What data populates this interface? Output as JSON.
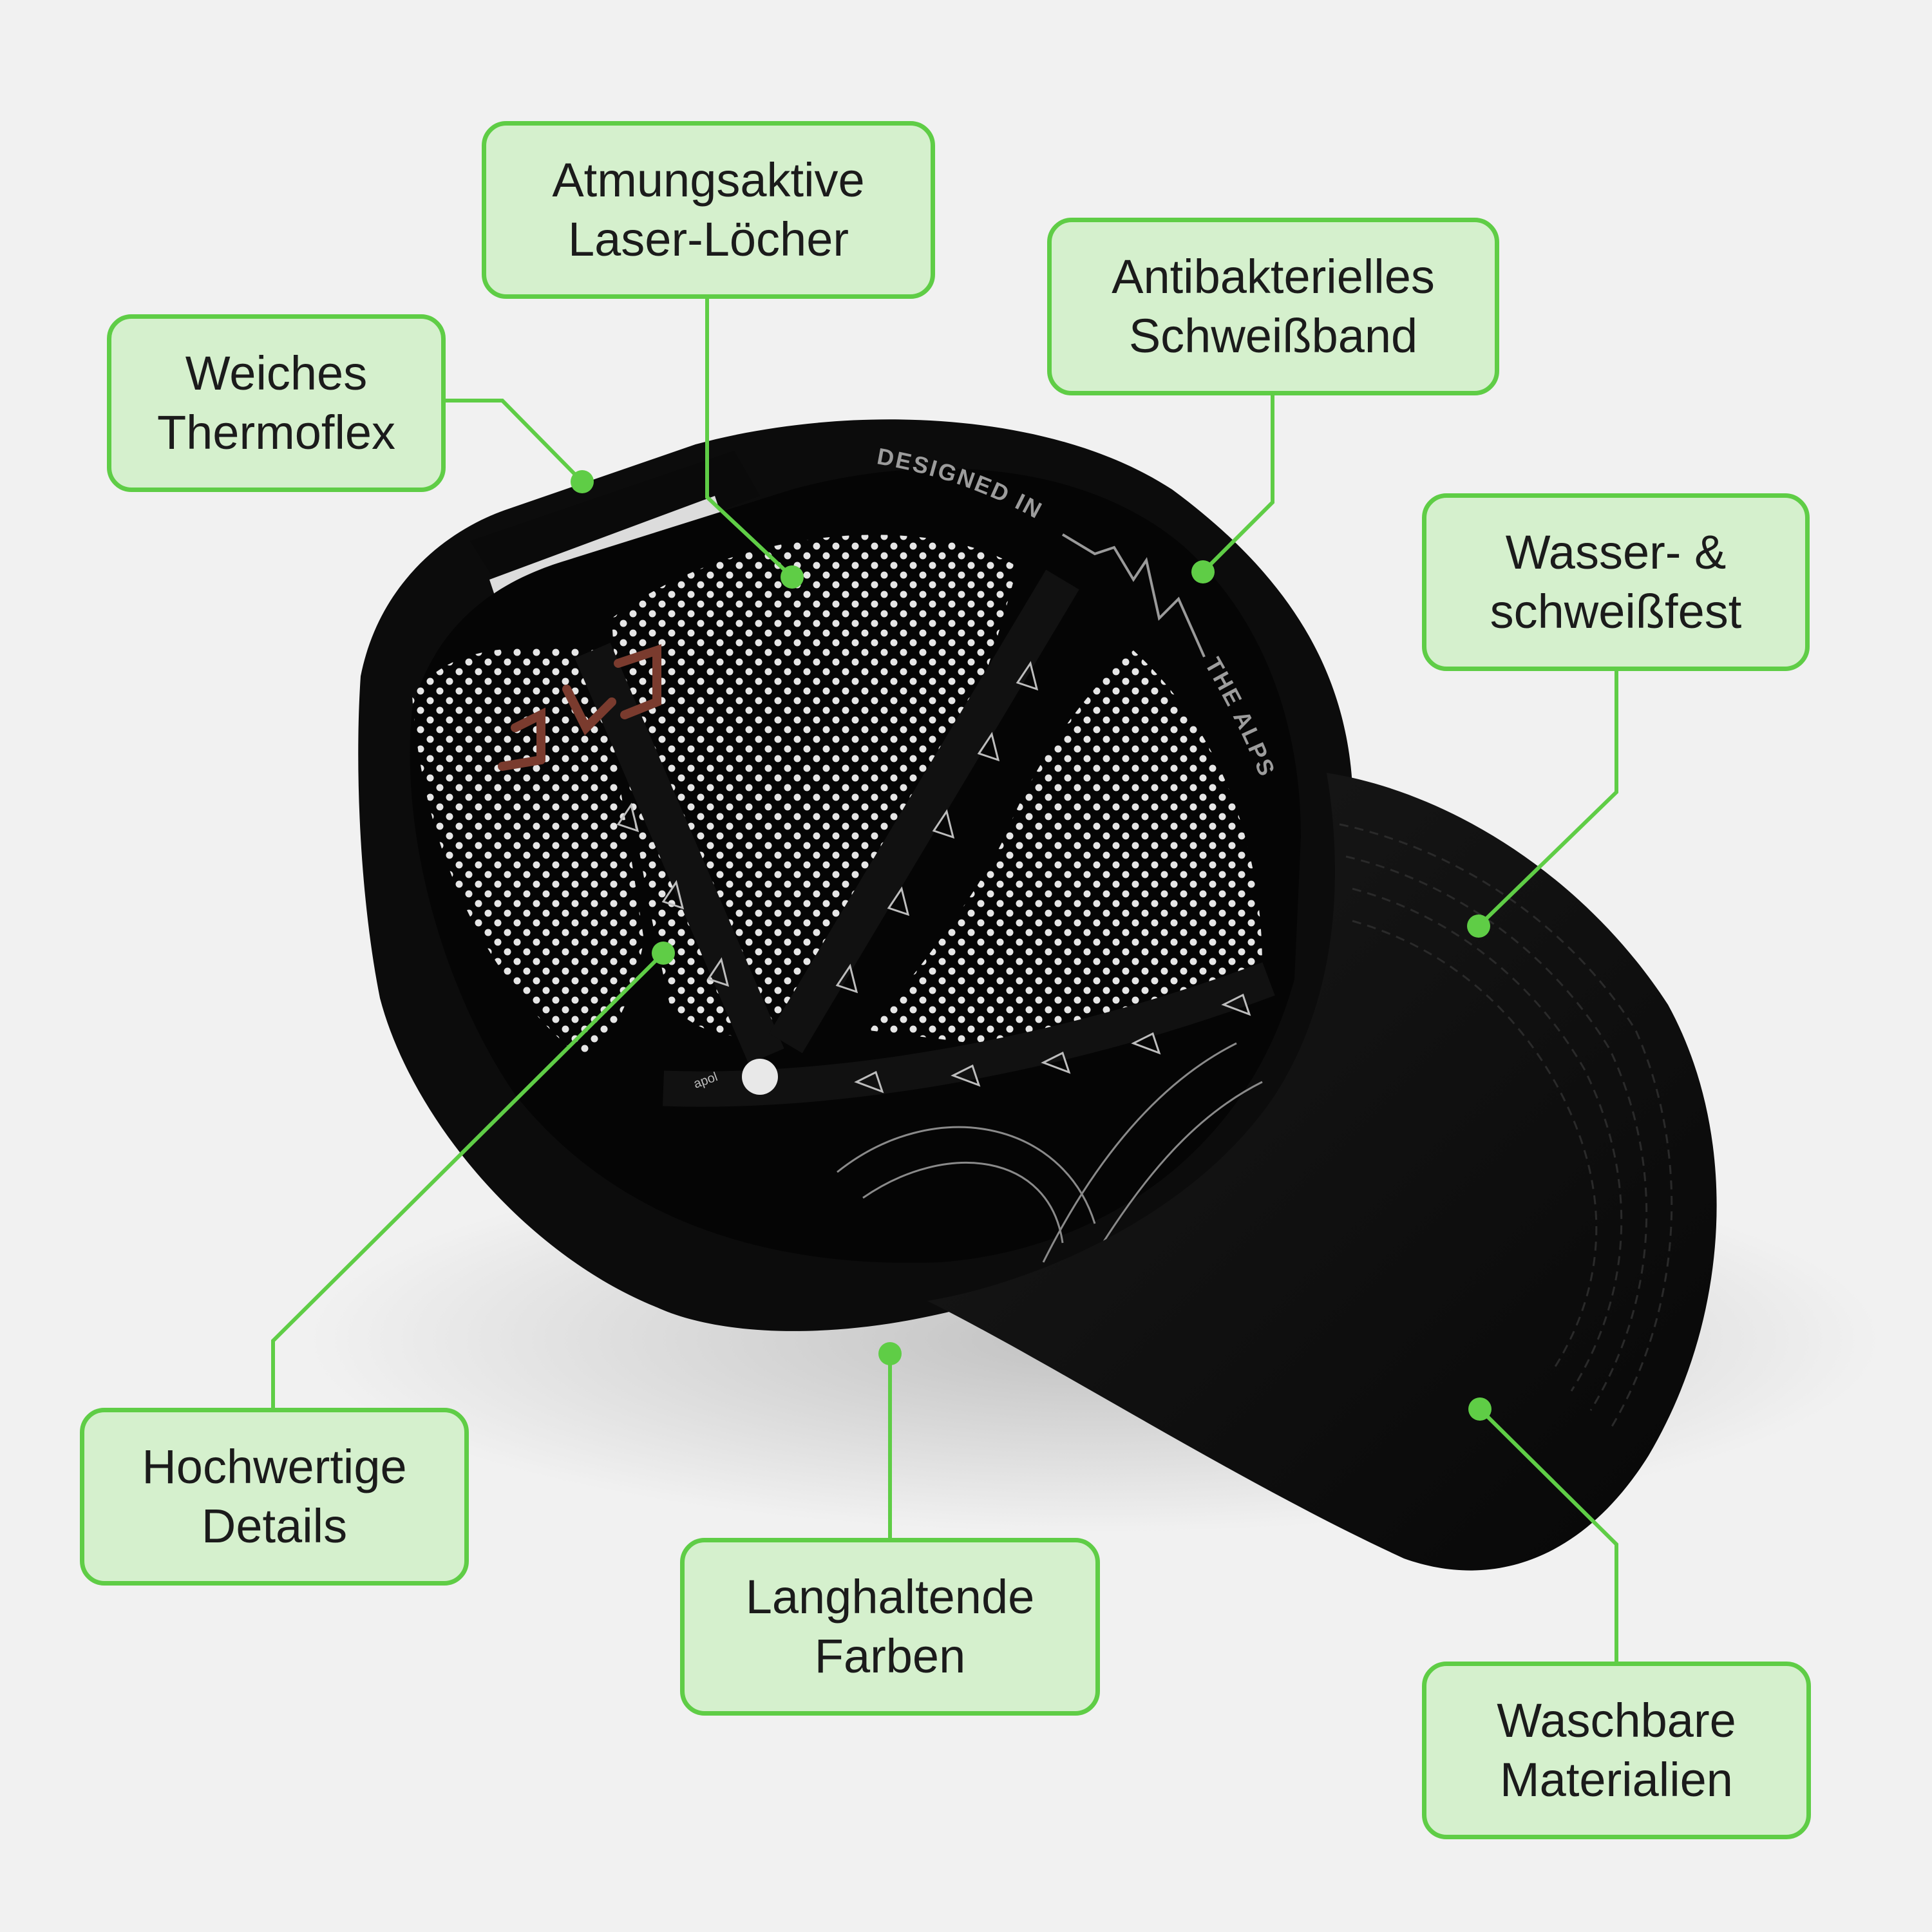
{
  "colors": {
    "background": "#f1f1f1",
    "callout_fill": "#d5f0cd",
    "callout_border": "#5fcd46",
    "leader_line": "#5fcd46",
    "cap_body": "#0b0b0b",
    "text": "#1b1b1b"
  },
  "product": {
    "name": "black baseball cap, underside view",
    "inner_print_top": "DESIGNED IN",
    "inner_print_side": "THE ALPS",
    "inner_brand_mark": "apol"
  },
  "callouts": {
    "soft_thermoflex": {
      "line1": "Weiches",
      "line2": "Thermoflex"
    },
    "laser_holes": {
      "line1": "Atmungsaktive",
      "line2": "Laser-Löcher"
    },
    "sweatband": {
      "line1": "Antibakterielles",
      "line2": "Schweißband"
    },
    "waterproof": {
      "line1": "Wasser- &",
      "line2": "schweißfest"
    },
    "details": {
      "line1": "Hochwertige",
      "line2": "Details"
    },
    "colors": {
      "line1": "Langhaltende",
      "line2": "Farben"
    },
    "washable": {
      "line1": "Waschbare",
      "line2": "Materialien"
    }
  }
}
